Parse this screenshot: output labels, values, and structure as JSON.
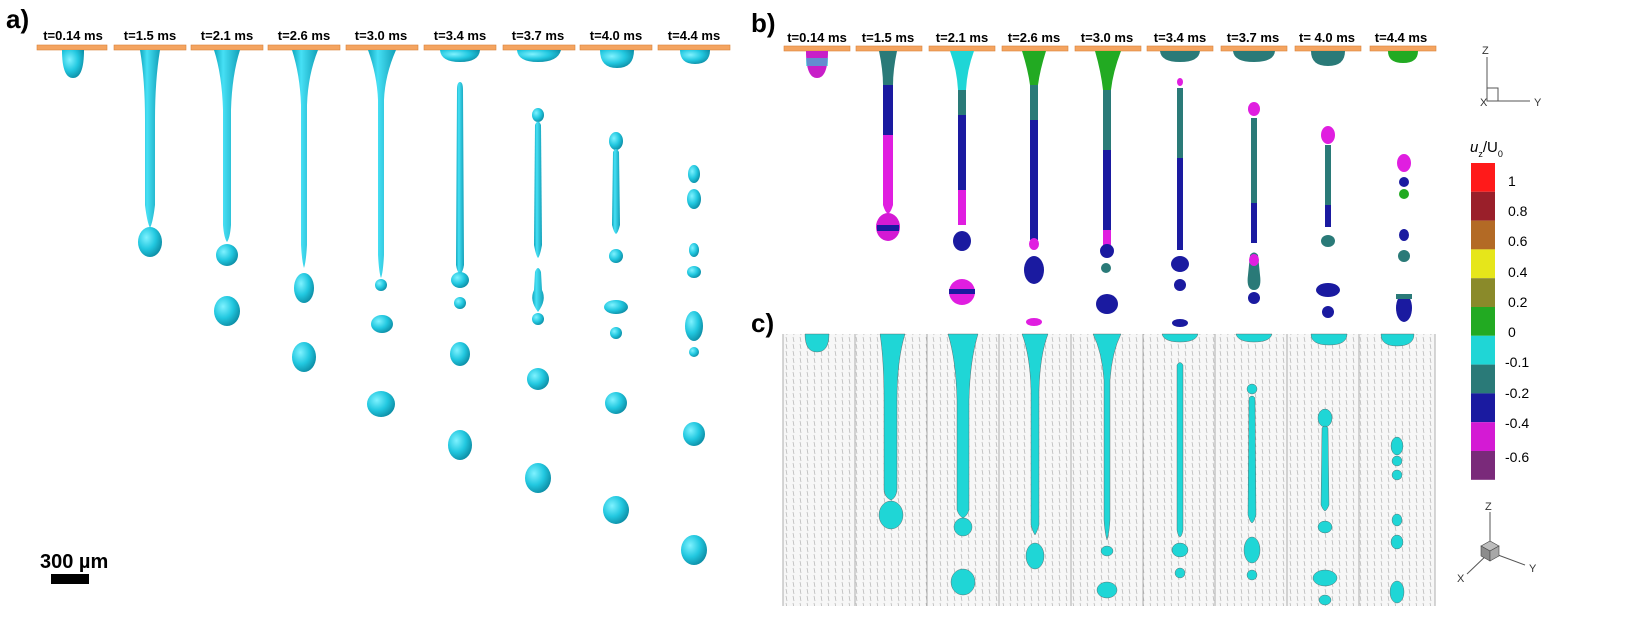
{
  "panels": {
    "a": {
      "label": "a)"
    },
    "b": {
      "label": "b)"
    },
    "c": {
      "label": "c)"
    }
  },
  "time_labels_a": [
    "t=0.14 ms",
    "t=1.5 ms",
    "t=2.1 ms",
    "t=2.6 ms",
    "t=3.0 ms",
    "t=3.4 ms",
    "t=3.7 ms",
    "t=4.0 ms",
    "t=4.4 ms"
  ],
  "time_labels_b": [
    "t=0.14 ms",
    "t=1.5 ms",
    "t=2.1 ms",
    "t=2.6 ms",
    "t=3.0 ms",
    "t=3.4 ms",
    "t=3.7 ms",
    "t= 4.0 ms",
    "t=4.4 ms"
  ],
  "scale_bar": {
    "label": "300 µm"
  },
  "colorbar": {
    "title_main": "u",
    "title_sub": "z",
    "title_rest": "/U",
    "title_sub2": "0",
    "ticks": [
      "1",
      "0.8",
      "0.6",
      "0.4",
      "0.2",
      "0",
      "-0.1",
      "-0.2",
      "-0.4",
      "-0.6"
    ],
    "colors": [
      "#ff1a1a",
      "#9a1f2a",
      "#b36a25",
      "#e6e61a",
      "#8a8a2a",
      "#22aa22",
      "#1fd6d6",
      "#2a7a78",
      "#1a1aa0",
      "#d41ad4",
      "#7a2a7a"
    ]
  },
  "axes_top": {
    "z": "Z",
    "x": "X",
    "y": "Y"
  },
  "axes_bottom": {
    "z": "Z",
    "x": "X",
    "y": "Y"
  },
  "colors": {
    "drop": "#1fd0e6",
    "nozzle": "#f4a460",
    "slice_bg": "#f3f3f3"
  }
}
